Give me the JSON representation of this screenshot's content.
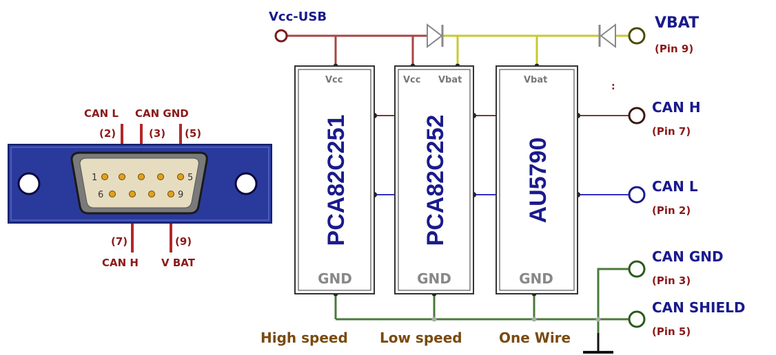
{
  "colors": {
    "vcc_wire": "#a94442",
    "vbat_wire": "#c8c832",
    "can_h_wire": "#7a3a2a",
    "can_l_wire": "#3030c0",
    "gnd_wire": "#4a7a3a",
    "label_red": "#8b1a1a",
    "label_blue": "#1a1a8c",
    "connector_plate": "#2a3a9c"
  },
  "connector": {
    "top_labels": {
      "can_l": "CAN L",
      "can_gnd": "CAN GND",
      "pin2": "(2)",
      "pin3": "(3)",
      "pin5": "(5)"
    },
    "bottom_labels": {
      "pin7": "(7)",
      "pin9": "(9)",
      "can_h": "CAN H",
      "vbat": "V BAT"
    },
    "pin_numbers": {
      "first": "1",
      "last_top": "5",
      "first_bottom": "6",
      "last_bottom": "9"
    }
  },
  "power": {
    "vcc_usb": "Vcc-USB",
    "vbat": "VBAT",
    "vbat_pin": "(Pin 9)"
  },
  "chips": [
    {
      "name": "PCA82C251",
      "pins": [
        "Vcc"
      ],
      "gnd": "GND",
      "speed": "High speed"
    },
    {
      "name": "PCA82C252",
      "pins": [
        "Vcc",
        "Vbat"
      ],
      "gnd": "GND",
      "speed": "Low speed"
    },
    {
      "name": "AU5790",
      "pins": [
        "Vbat"
      ],
      "gnd": "GND",
      "speed": "One Wire"
    }
  ],
  "outputs": [
    {
      "name": "CAN H",
      "pin": "(Pin 7)"
    },
    {
      "name": "CAN L",
      "pin": "(Pin 2)"
    },
    {
      "name": "CAN GND",
      "pin": "(Pin 3)"
    },
    {
      "name": "CAN SHIELD",
      "pin": "(Pin 5)"
    }
  ],
  "stray_mark": ":"
}
